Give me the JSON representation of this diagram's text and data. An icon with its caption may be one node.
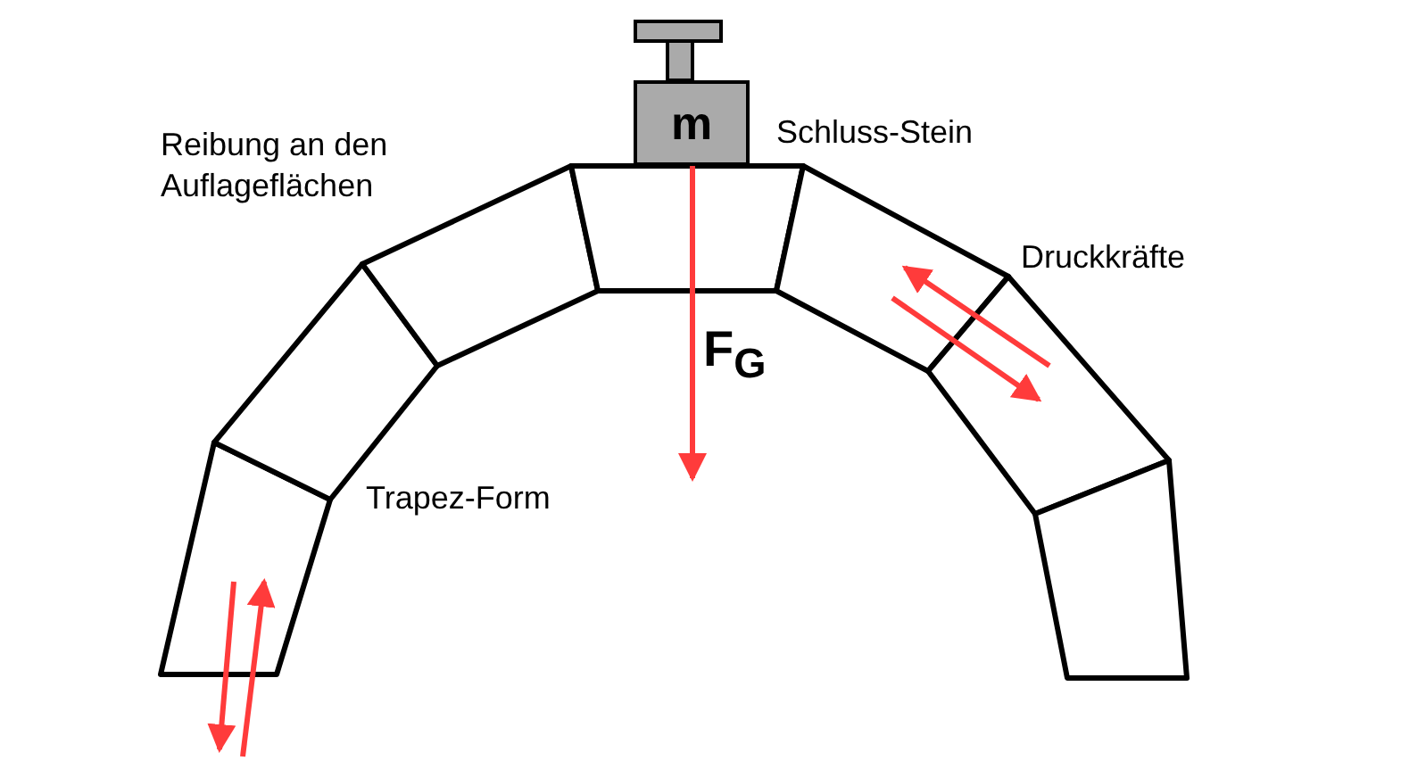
{
  "diagram": {
    "nodes": [
      {
        "text": [
          "m"
        ]
      }
    ],
    "edges": [],
    "labels": [
      "Reibung an den Auflageflächen",
      "Schluss-Stein",
      "Druckkräfte",
      "F$_{G}$",
      "Trapez-Form"
    ]
  }
}
